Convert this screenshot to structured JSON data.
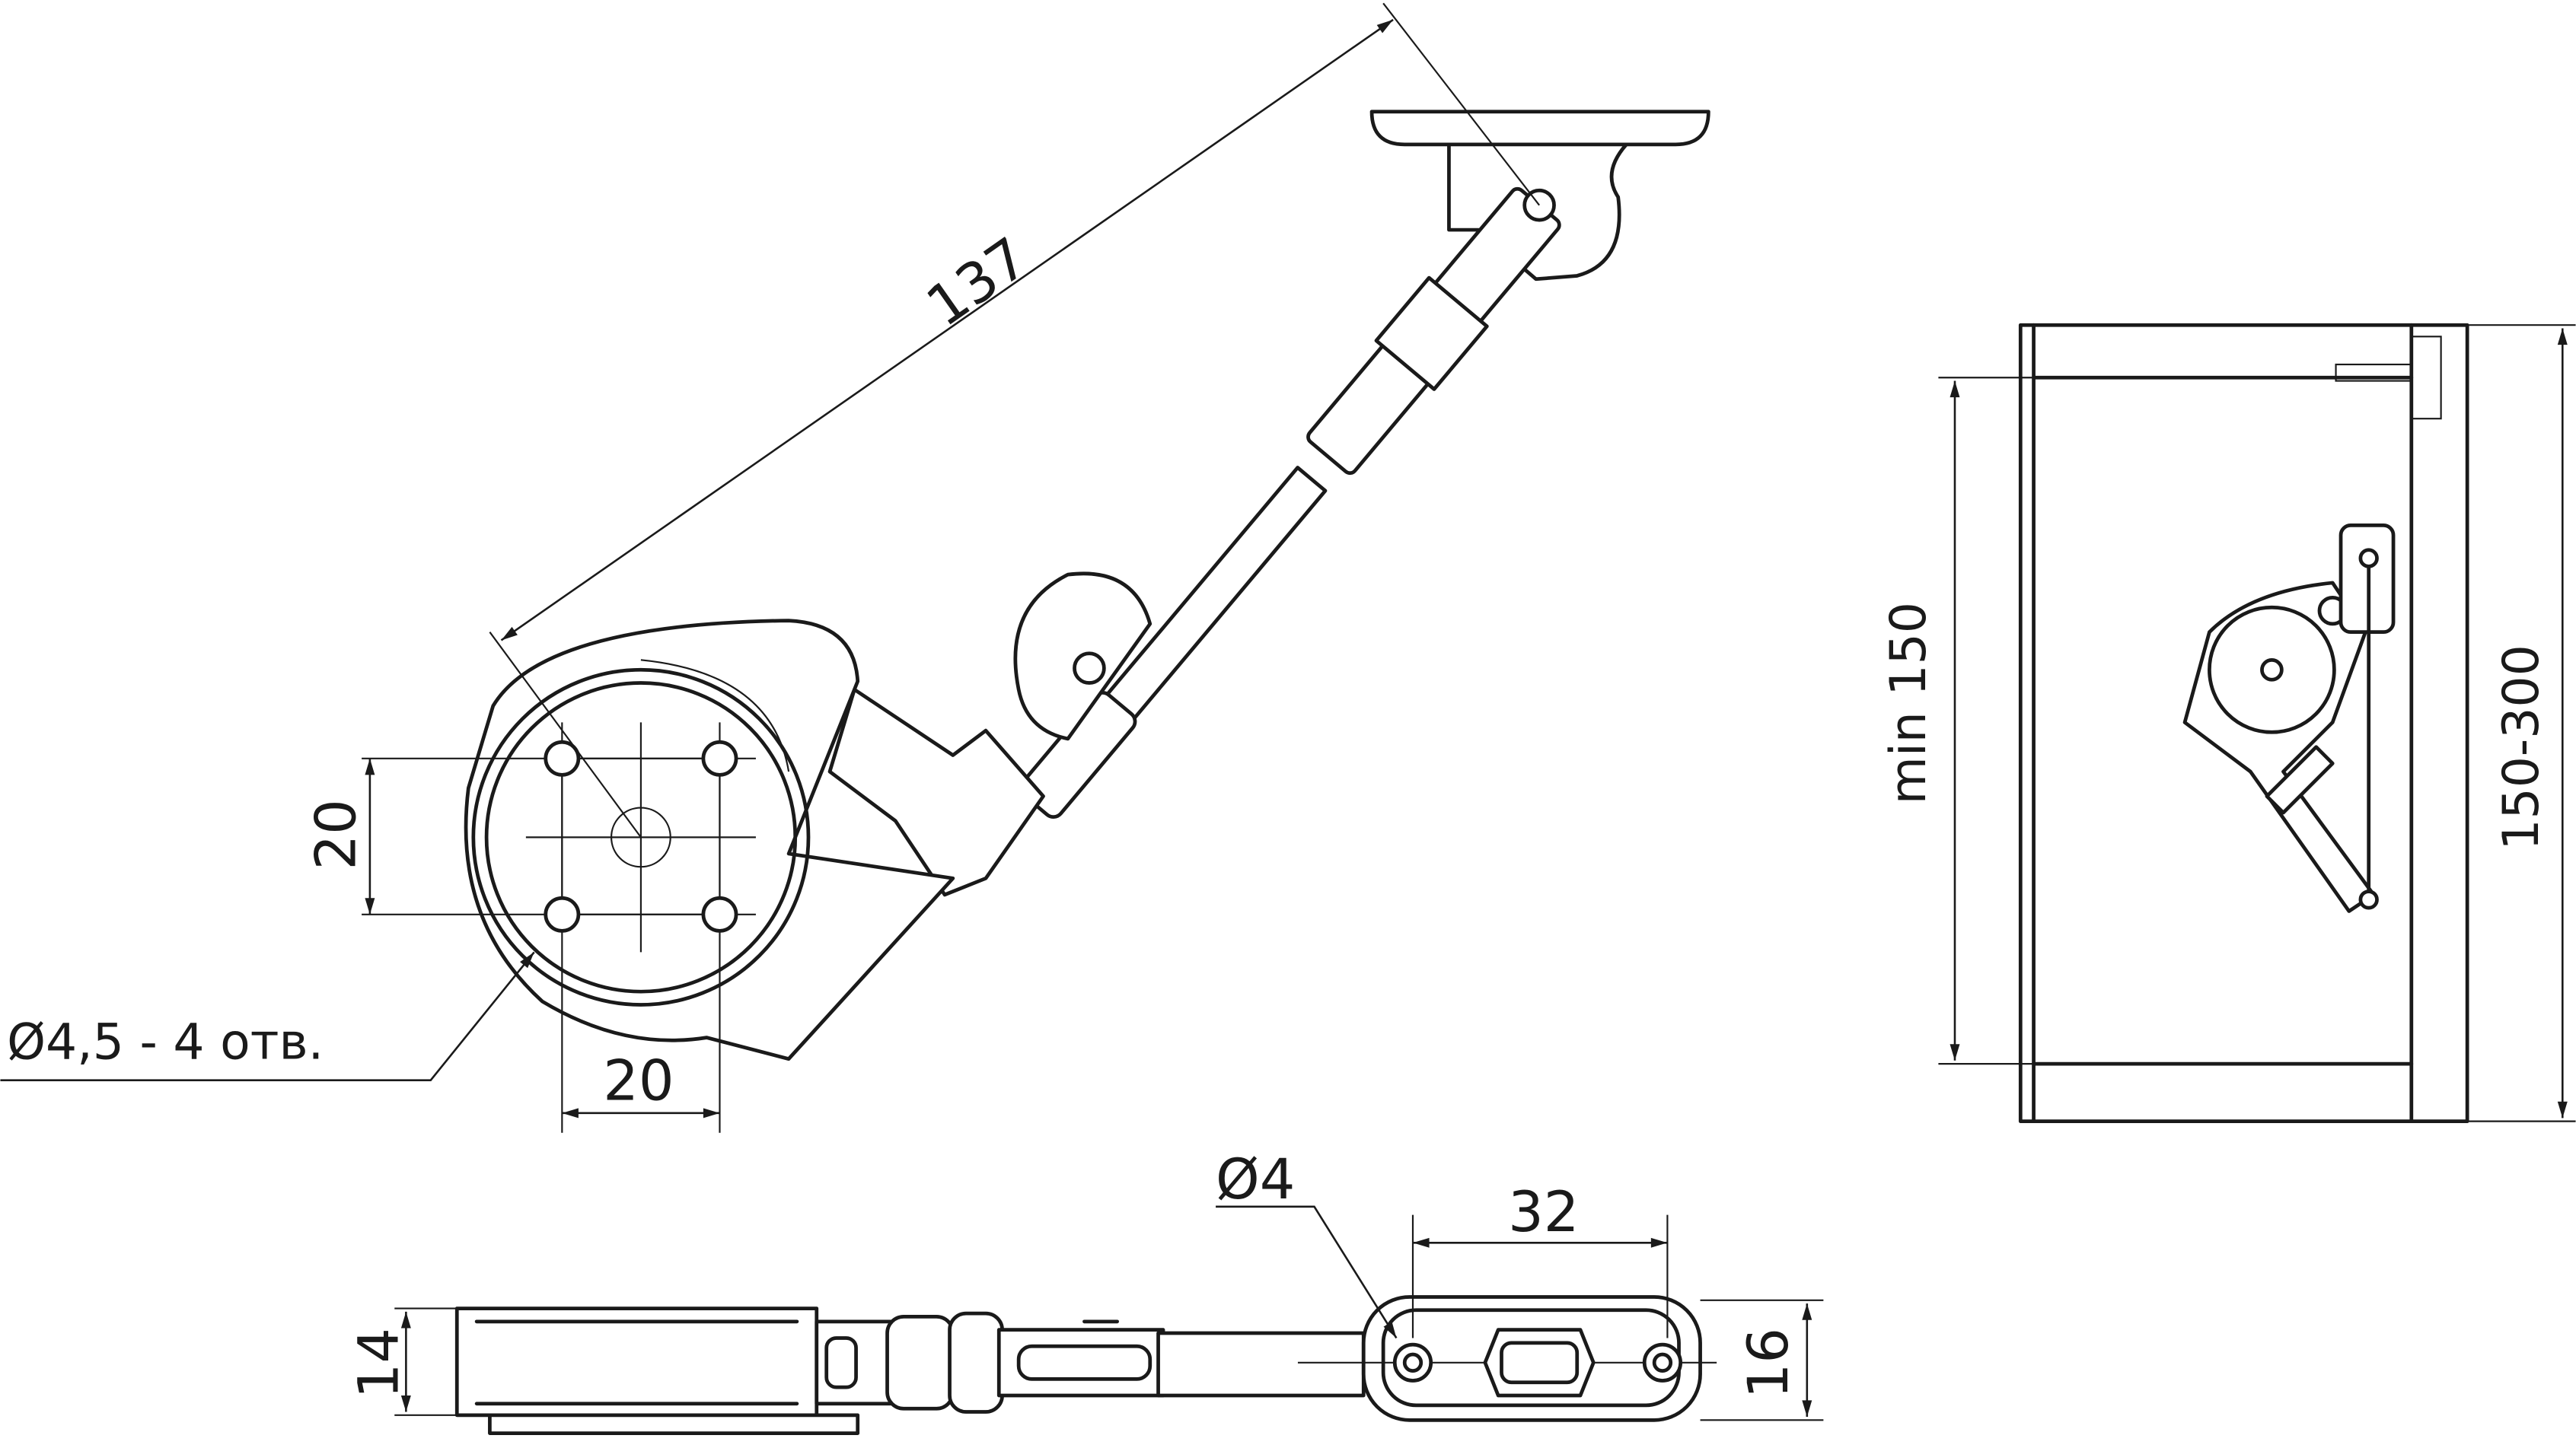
{
  "drawing": {
    "front_view": {
      "length_dim": "137",
      "hole_spacing_vertical": "20",
      "hole_spacing_horizontal": "20",
      "hole_callout": "Ø4,5 - 4 отв."
    },
    "bottom_view": {
      "hole_diameter": "Ø4",
      "hole_spacing": "32",
      "body_height": "14",
      "plate_height": "16"
    },
    "side_view": {
      "min_height": "min 150",
      "height_range": "150-300"
    }
  }
}
